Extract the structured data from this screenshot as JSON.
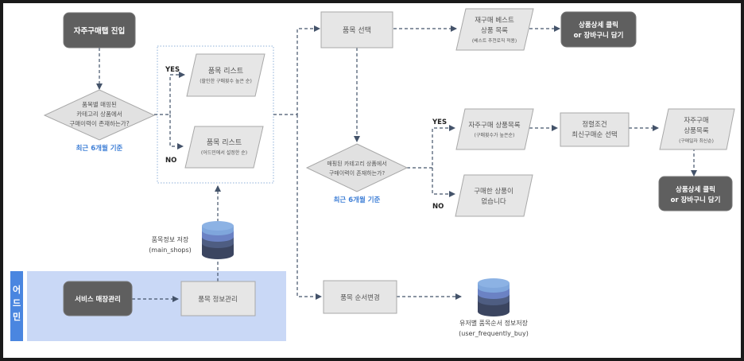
{
  "diagram": {
    "nodes": {
      "start": {
        "lines": [
          "자주구매탭 진입"
        ]
      },
      "decision1": {
        "lines": [
          "품목별 매핑된",
          "카테고리 상품에서",
          "구매이력이 존재하는가?"
        ],
        "note": "최근 6개월 기준"
      },
      "list_yes": {
        "title": "품목 리스트",
        "sub": "(할인한 구매횟수 높은 순)"
      },
      "list_no": {
        "title": "품목 리스트",
        "sub": "(어드민에서 설정한 순)"
      },
      "select_item": {
        "lines": [
          "품목 선택"
        ]
      },
      "best_list": {
        "lines": [
          "재구매 베스트",
          "상품 목록"
        ],
        "sub": "(베스트 추천로직 적용)"
      },
      "end1": {
        "lines": [
          "상품상세 클릭",
          "or 장바구니 담기"
        ]
      },
      "decision2": {
        "lines": [
          "매핑된 카테고리 상품에서",
          "구매이력이 존재하는가?"
        ],
        "note": "최근 6개월 기준"
      },
      "freq_list": {
        "title": "자주구매 상품목록",
        "sub": "(구매횟수가 높은순)"
      },
      "no_purchase": {
        "lines": [
          "구매한 상품이",
          "없습니다"
        ]
      },
      "sort_cond": {
        "lines": [
          "정렬조건",
          "최신구매순 선택"
        ]
      },
      "freq_list2": {
        "lines": [
          "자주구매",
          "상품목록"
        ],
        "sub": "(구매일자 최신순)"
      },
      "end2": {
        "lines": [
          "상품상세 클릭",
          "or 장바구니 담기"
        ]
      },
      "db_main": {
        "lines": [
          "품목정보 저장",
          "(main_shops)"
        ]
      },
      "service_mgmt": {
        "lines": [
          "서비스 매장관리"
        ]
      },
      "item_info_mgmt": {
        "lines": [
          "품목 정보관리"
        ]
      },
      "order_change": {
        "lines": [
          "품목 순서변경"
        ]
      },
      "db_user": {
        "lines": [
          "유저별 품목순서 정보저장",
          "(user_frequently_buy)"
        ]
      }
    },
    "branch_labels": {
      "yes": "YES",
      "no": "NO"
    },
    "admin_lane": {
      "label": [
        "어",
        "드",
        "민"
      ]
    },
    "colors": {
      "dark_node": "#5f5f5f",
      "light_node": "#e6e6e6",
      "node_border": "#a8a8a8",
      "arrow": "#44536a",
      "note_blue": "#3f7fd6",
      "admin_bg": "#c9d8f6",
      "admin_bar": "#4a86e0",
      "db_top": "#7fa6dc",
      "db_mid1": "#6b82c4",
      "db_mid2": "#4e5d82",
      "db_bottom": "#3b4560"
    }
  }
}
